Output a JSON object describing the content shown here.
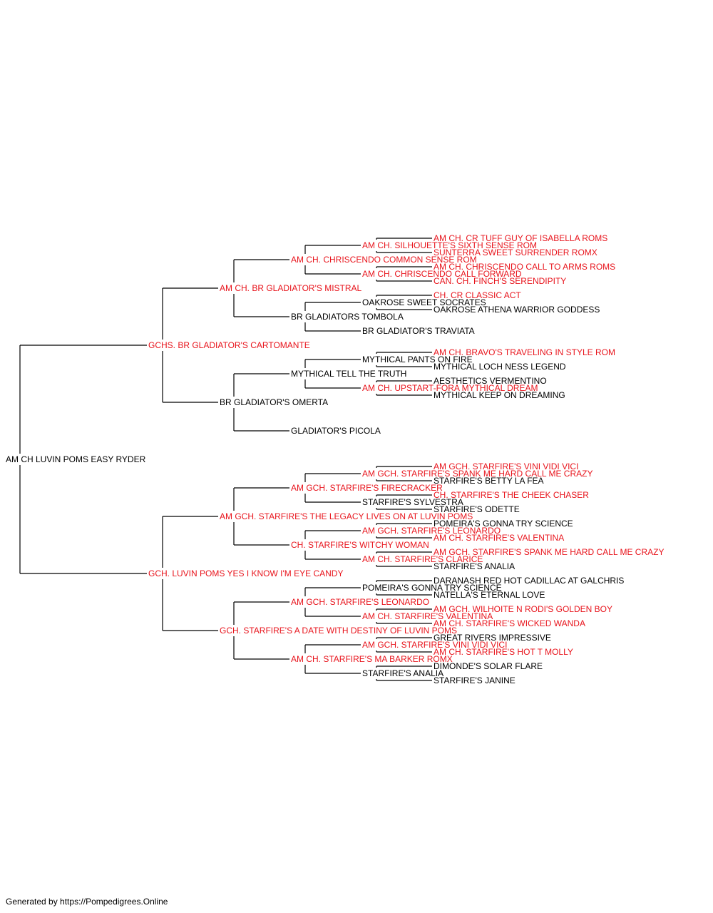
{
  "colors": {
    "line": "#000000",
    "titled": "#e8141c",
    "plain": "#000000"
  },
  "pedigree": {
    "name": "AM CH LUVIN POMS EASY RYDER",
    "titled": false,
    "sire": {
      "name": "GCHS. BR GLADIATOR'S CARTOMANTE",
      "titled": true,
      "sire": {
        "name": "AM CH. BR GLADIATOR'S MISTRAL",
        "titled": true,
        "sire": {
          "name": "AM CH. CHRISCENDO COMMON SENSE ROM",
          "titled": true,
          "sire": {
            "name": "AM CH. SILHOUETTE'S SIXTH SENSE ROM",
            "titled": true,
            "sire": {
              "name": "AM CH. CR TUFF GUY OF ISABELLA ROMS",
              "titled": true
            },
            "dam": {
              "name": "SUNTERRA SWEET SURRENDER ROMX",
              "titled": true
            }
          },
          "dam": {
            "name": "AM CH. CHRISCENDO CALL FORWARD",
            "titled": true,
            "sire": {
              "name": "AM CH. CHRISCENDO CALL TO ARMS ROMS",
              "titled": true
            },
            "dam": {
              "name": "CAN. CH. FINCH'S SERENDIPITY",
              "titled": true
            }
          }
        },
        "dam": {
          "name": "BR GLADIATORS TOMBOLA",
          "titled": false,
          "sire": {
            "name": "OAKROSE SWEET SOCRATES",
            "titled": false,
            "sire": {
              "name": "CH. CR CLASSIC ACT",
              "titled": true
            },
            "dam": {
              "name": "OAKROSE ATHENA WARRIOR GODDESS",
              "titled": false
            }
          },
          "dam": {
            "name": "BR GLADIATOR'S TRAVIATA",
            "titled": false
          }
        }
      },
      "dam": {
        "name": "BR GLADIATOR'S OMERTA",
        "titled": false,
        "sire": {
          "name": "MYTHICAL TELL THE TRUTH",
          "titled": false,
          "sire": {
            "name": "MYTHICAL PANTS ON FIRE",
            "titled": false,
            "sire": {
              "name": "AM CH. BRAVO'S TRAVELING IN STYLE ROM",
              "titled": true
            },
            "dam": {
              "name": "MYTHICAL LOCH NESS LEGEND",
              "titled": false
            }
          },
          "dam": {
            "name": "AM CH. UPSTART-FORA MYTHICAL DREAM",
            "titled": true,
            "sire": {
              "name": "AESTHETICS VERMENTINO",
              "titled": false
            },
            "dam": {
              "name": "MYTHICAL KEEP ON DREAMING",
              "titled": false
            }
          }
        },
        "dam": {
          "name": "GLADIATOR'S PICOLA",
          "titled": false
        }
      }
    },
    "dam": {
      "name": "GCH. LUVIN POMS YES I KNOW I'M EYE CANDY",
      "titled": true,
      "sire": {
        "name": "AM GCH. STARFIRE'S THE LEGACY LIVES ON AT LUVIN POMS",
        "titled": true,
        "sire": {
          "name": "AM GCH. STARFIRE'S FIRECRACKER",
          "titled": true,
          "sire": {
            "name": "AM GCH. STARFIRE'S SPANK ME HARD CALL ME CRAZY",
            "titled": true,
            "sire": {
              "name": "AM GCH. STARFIRE'S VINI VIDI VICI",
              "titled": true
            },
            "dam": {
              "name": "STARFIRE'S BETTY LA FEA",
              "titled": false
            }
          },
          "dam": {
            "name": "STARFIRE'S SYLVESTRA",
            "titled": false,
            "sire": {
              "name": "CH. STARFIRE'S THE CHEEK CHASER",
              "titled": true
            },
            "dam": {
              "name": "STARFIRE'S ODETTE",
              "titled": false
            }
          }
        },
        "dam": {
          "name": "CH. STARFIRE'S WITCHY WOMAN",
          "titled": true,
          "sire": {
            "name": "AM GCH. STARFIRE'S LEONARDO",
            "titled": true,
            "sire": {
              "name": "POMEIRA'S GONNA TRY SCIENCE",
              "titled": false
            },
            "dam": {
              "name": "AM CH. STARFIRE'S VALENTINA",
              "titled": true
            }
          },
          "dam": {
            "name": "AM CH. STARFIRE'S CLARICE",
            "titled": true,
            "sire": {
              "name": "AM GCH. STARFIRE'S SPANK ME HARD CALL ME CRAZY",
              "titled": true
            },
            "dam": {
              "name": "STARFIRE'S ANALIA",
              "titled": false
            }
          }
        }
      },
      "dam": {
        "name": "GCH. STARFIRE'S A DATE WITH DESTINY OF LUVIN POMS",
        "titled": true,
        "sire": {
          "name": "AM GCH. STARFIRE'S LEONARDO",
          "titled": true,
          "sire": {
            "name": "POMEIRA'S GONNA TRY SCIENCE",
            "titled": false,
            "sire": {
              "name": "DARANASH RED HOT CADILLAC AT GALCHRIS",
              "titled": false
            },
            "dam": {
              "name": "NATELLA'S ETERNAL LOVE",
              "titled": false
            }
          },
          "dam": {
            "name": "AM CH. STARFIRE'S VALENTINA",
            "titled": true,
            "sire": {
              "name": "AM GCH. WILHOITE N RODI'S GOLDEN BOY",
              "titled": true
            },
            "dam": {
              "name": "AM CH. STARFIRE'S WICKED WANDA",
              "titled": true
            }
          }
        },
        "dam": {
          "name": "AM CH. STARFIRE'S MA BARKER ROMX",
          "titled": true,
          "sire": {
            "name": "AM GCH. STARFIRE'S VINI VIDI VICI",
            "titled": true,
            "sire": {
              "name": "GREAT RIVERS IMPRESSIVE",
              "titled": false
            },
            "dam": {
              "name": "AM CH. STARFIRE'S HOT T MOLLY",
              "titled": true
            }
          },
          "dam": {
            "name": "STARFIRE'S ANALIA",
            "titled": false,
            "sire": {
              "name": "DIMONDE'S SOLAR FLARE",
              "titled": false
            },
            "dam": {
              "name": "STARFIRE'S JANINE",
              "titled": false
            }
          }
        }
      }
    }
  },
  "footer": "Generated by https://Pompedigrees.Online"
}
